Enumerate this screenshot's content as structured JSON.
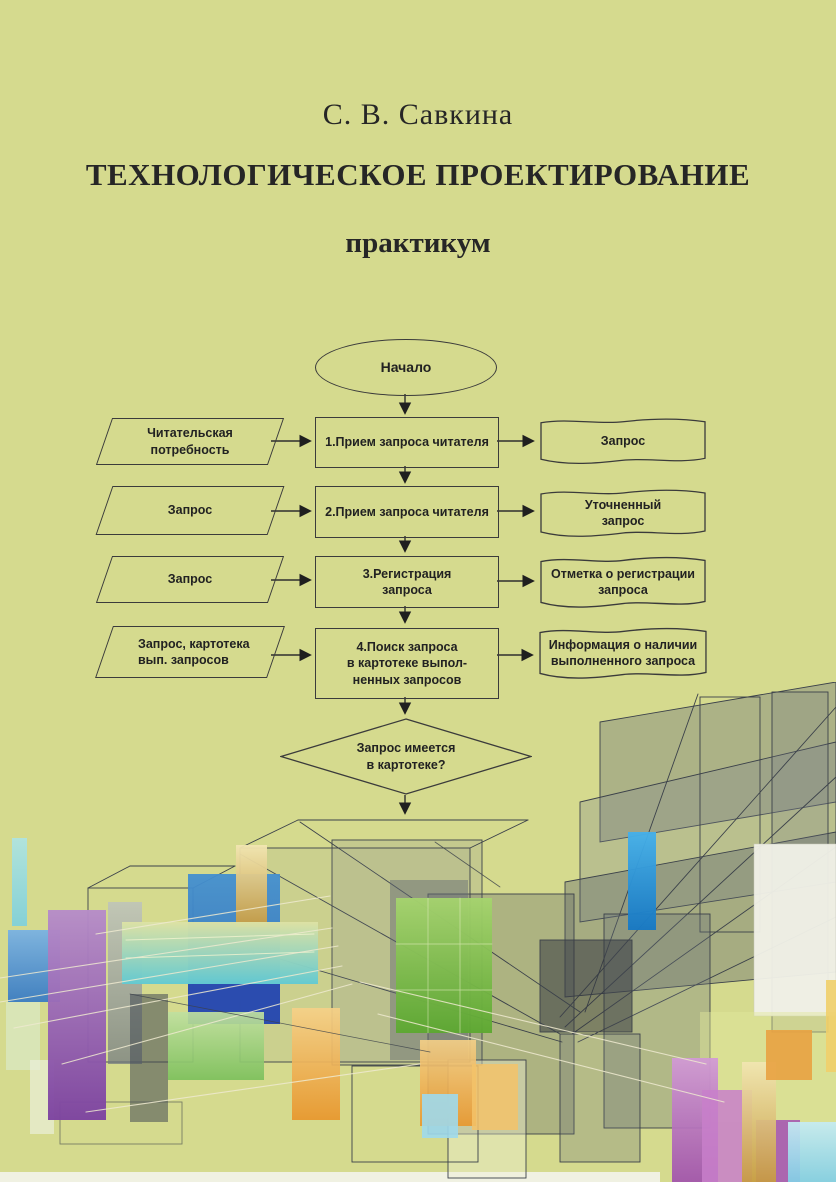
{
  "page": {
    "background_color": "#d5da8e",
    "text_color": "#262626",
    "line_color": "#3b3b3b"
  },
  "header": {
    "author": "С. В. Савкина",
    "title": "ТЕХНОЛОГИЧЕСКОЕ ПРОЕКТИРОВАНИЕ",
    "subtitle": "практикум"
  },
  "flowchart": {
    "start": "Начало",
    "rows": [
      {
        "input": "Читательская потребность",
        "process": "1.Прием запроса читателя",
        "output": "Запрос"
      },
      {
        "input": "Запрос",
        "process": "2.Прием запроса читателя",
        "output": "Уточненный\nзапрос"
      },
      {
        "input": "Запрос",
        "process": "3.Регистрация\nзапроса",
        "output": "Отметка о регистрации\nзапроса"
      },
      {
        "input": "Запрос, картотека\nвып. запросов",
        "process": "4.Поиск запроса\nв картотеке выпол-\nненных запросов",
        "output": "Информация о наличии\nвыполненного запроса"
      }
    ],
    "decision": "Запрос имеется\nв картотеке?"
  },
  "artwork": {
    "description": "abstract wireframe cityscape with translucent colored glass blocks",
    "palette": [
      "#d5da8e",
      "#62cad2",
      "#3a7cc2",
      "#2a49ae",
      "#1678c4",
      "#7c42a0",
      "#a153ac",
      "#7cc05c",
      "#5ca830",
      "#e8962c",
      "#c79b40",
      "#9fd9ec",
      "#f2f2e9",
      "#3b414a"
    ]
  }
}
